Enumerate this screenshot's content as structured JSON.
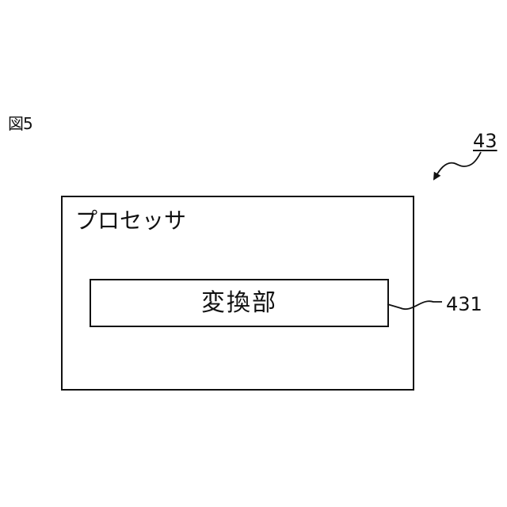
{
  "figure": {
    "label": "図5"
  },
  "references": {
    "processor": "43",
    "converter": "431"
  },
  "processor": {
    "label": "プロセッサ"
  },
  "converter": {
    "label": "変換部"
  }
}
